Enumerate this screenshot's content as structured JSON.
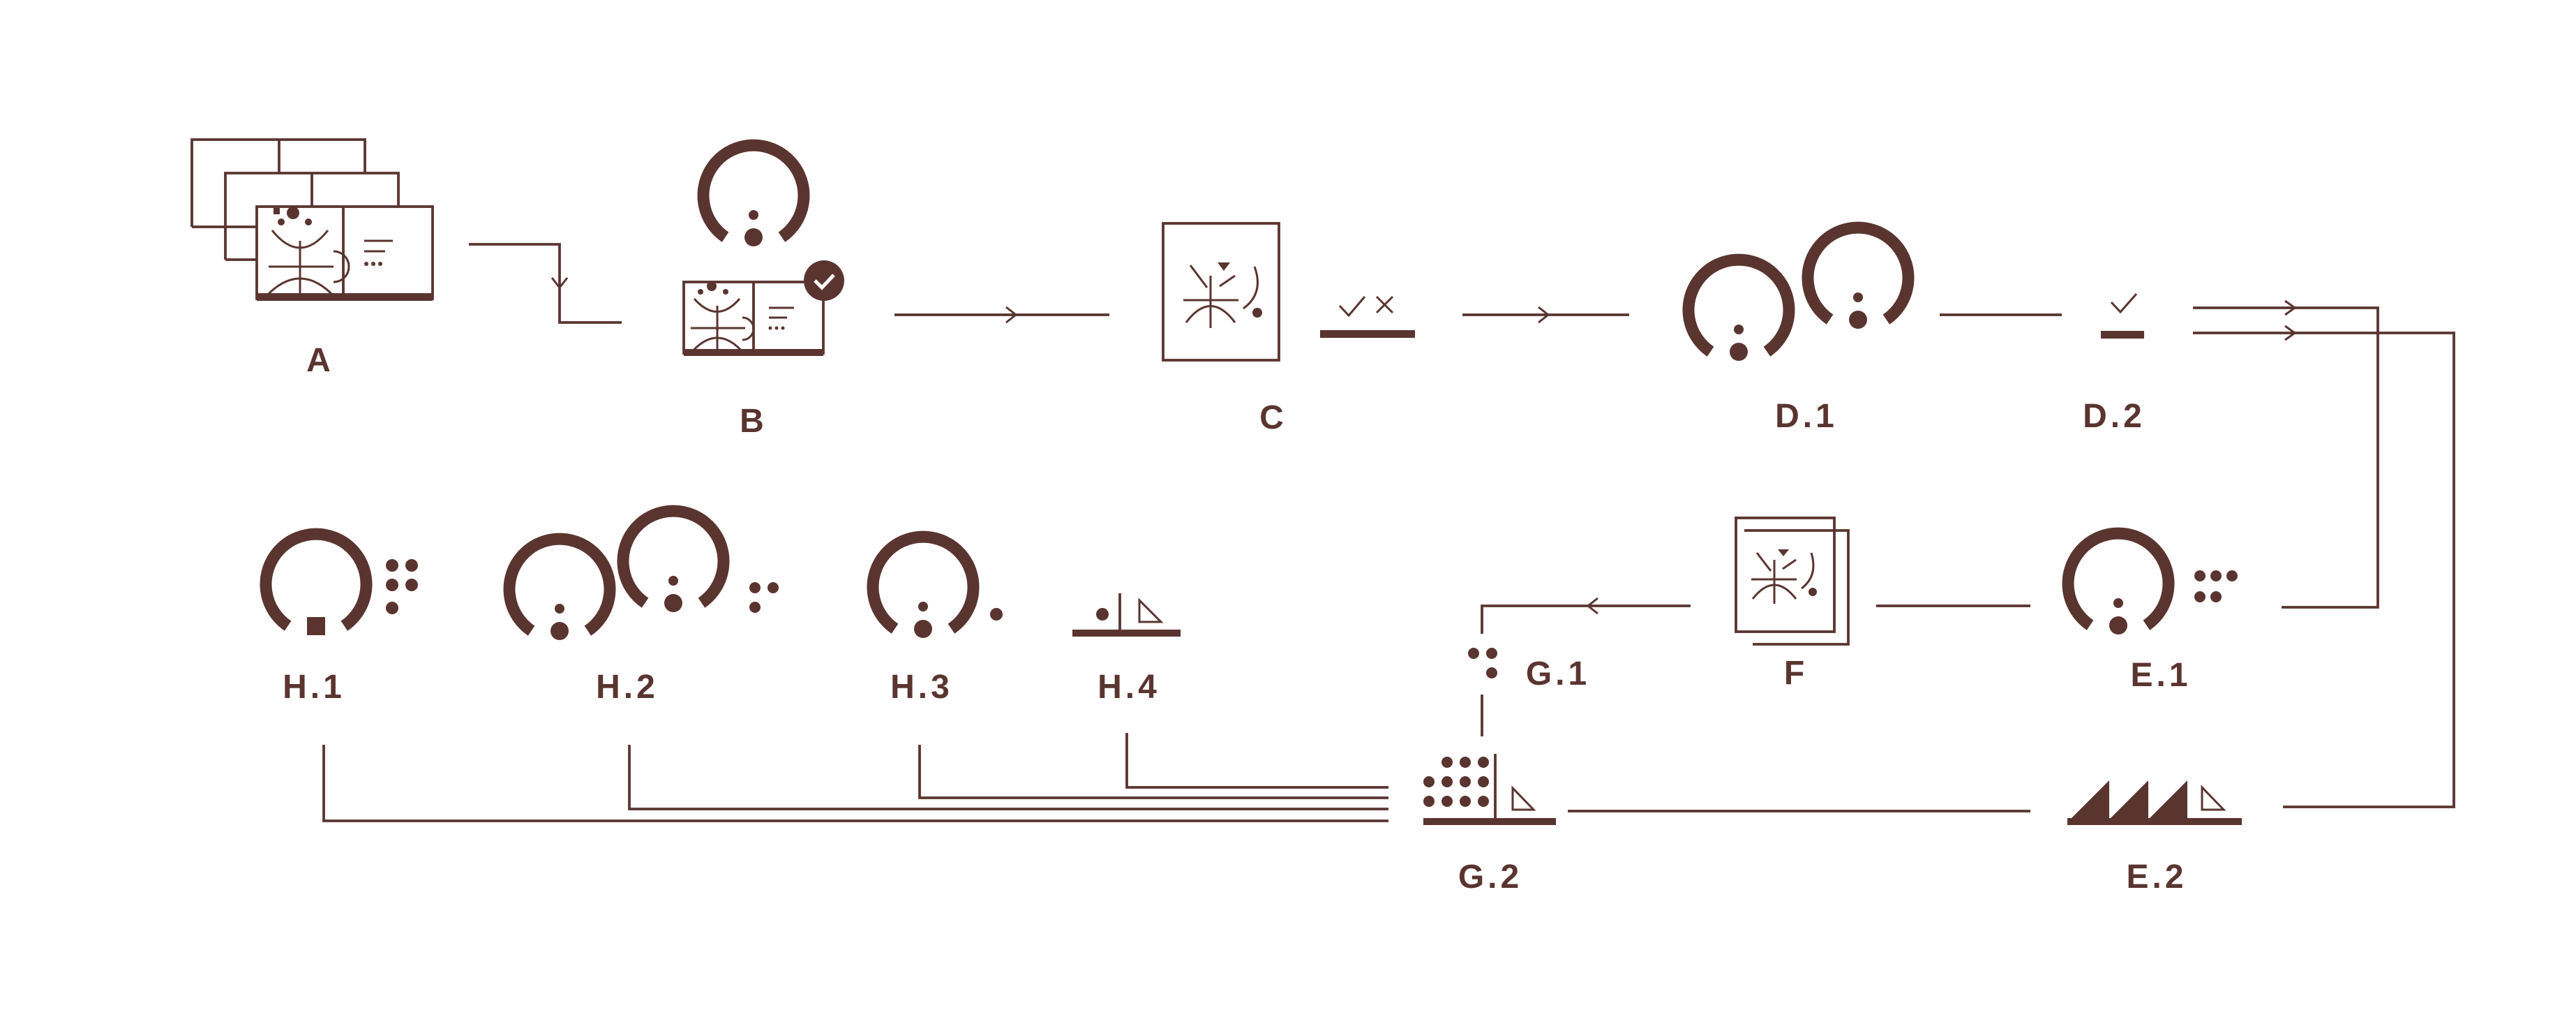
{
  "labels": {
    "A": "A",
    "B": "B",
    "C": "C",
    "D1": "D.1",
    "D2": "D.2",
    "E1": "E.1",
    "E2": "E.2",
    "F": "F",
    "G1": "G.1",
    "G2": "G.2",
    "H1": "H.1",
    "H2": "H.2",
    "H3": "H.3",
    "H4": "H.4"
  },
  "colors": {
    "ink": "#5a3530",
    "background": "#ffffff"
  },
  "icons": {
    "A": "stacked-documents-icon",
    "B": "approved-document-icon",
    "C": "signed-document-icon",
    "D1": "double-ring-icon",
    "D2": "checkmark-icon",
    "E1": "ring-with-dots-icon",
    "E2": "production-icon",
    "F": "document-copies-icon",
    "G1": "dots-icon",
    "G2": "grid-dots-icon",
    "H1": "ring-square-icon",
    "H2": "double-ring-dots-icon",
    "H3": "ring-dot-icon",
    "H4": "ruler-icon"
  }
}
